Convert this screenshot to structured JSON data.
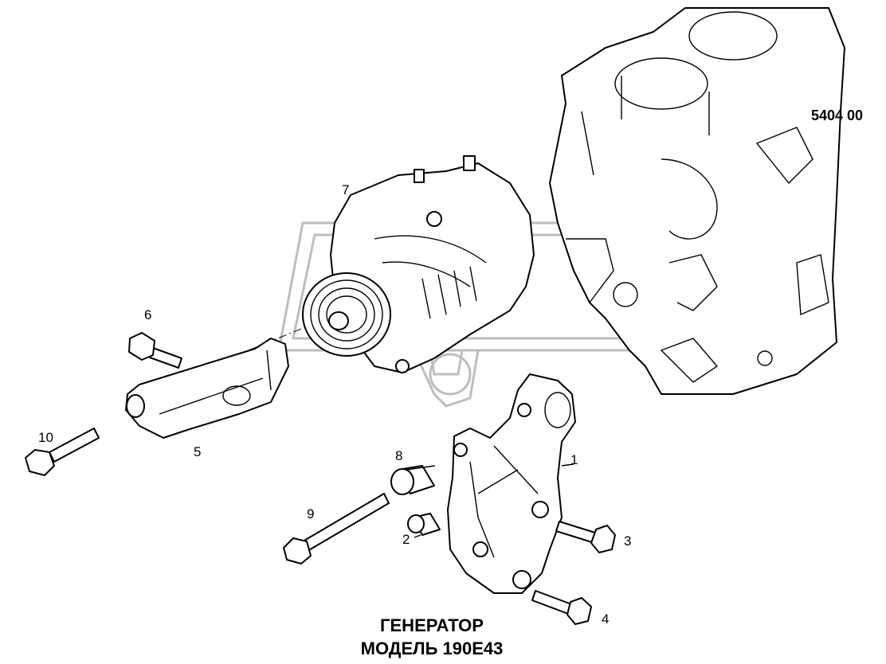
{
  "diagram": {
    "code": "5404 00",
    "title_line1": "ГЕНЕРАТОР",
    "title_line2": "МОДЕЛЬ 190E43",
    "callouts": {
      "c1": "1",
      "c2": "2",
      "c3": "3",
      "c4": "4",
      "c5": "5",
      "c6": "6",
      "c7": "7",
      "c8": "8",
      "c9": "9",
      "c10": "10"
    },
    "parts": {
      "p1": "bracket",
      "p2": "bushing",
      "p3": "bolt",
      "p4": "bolt",
      "p5": "support-arm",
      "p6": "bolt",
      "p7": "alternator",
      "p8": "spacer",
      "p9": "long-bolt",
      "p10": "bolt",
      "block": "engine-block"
    }
  }
}
